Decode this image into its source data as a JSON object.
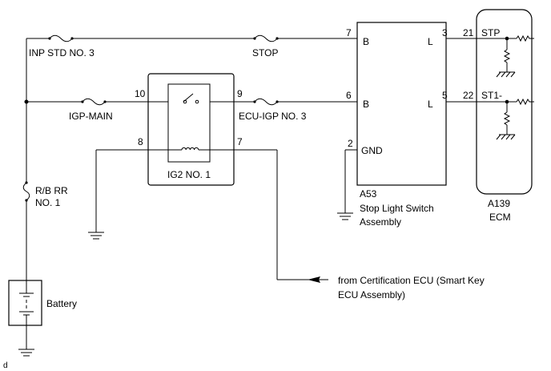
{
  "fuses": {
    "inp_std": "INP STD NO. 3",
    "stop": "STOP",
    "igp_main": "IGP-MAIN",
    "ecu_igp": "ECU-IGP NO. 3",
    "rb_rr_line1": "R/B RR",
    "rb_rr_line2": "NO. 1"
  },
  "relay": {
    "label": "IG2 NO. 1",
    "pins": {
      "p10": "10",
      "p9": "9",
      "p8": "8",
      "p7": "7"
    }
  },
  "switch_assembly": {
    "code": "A53",
    "name_line1": "Stop Light Switch",
    "name_line2": "Assembly",
    "pins": {
      "p7": "7",
      "p6": "6",
      "p2": "2",
      "p3": "3",
      "p5": "5"
    },
    "terminals": {
      "b1": "B",
      "b2": "B",
      "gnd": "GND",
      "l1": "L",
      "l2": "L"
    }
  },
  "ecm": {
    "code": "A139",
    "name": "ECM",
    "pins": {
      "p21": "21",
      "p22": "22"
    },
    "terminals": {
      "stp": "STP",
      "st1": "ST1-"
    }
  },
  "battery": {
    "label": "Battery"
  },
  "certification": {
    "line1": "from Certification ECU (Smart Key",
    "line2": "ECU Assembly)"
  },
  "corner_mark": "d"
}
